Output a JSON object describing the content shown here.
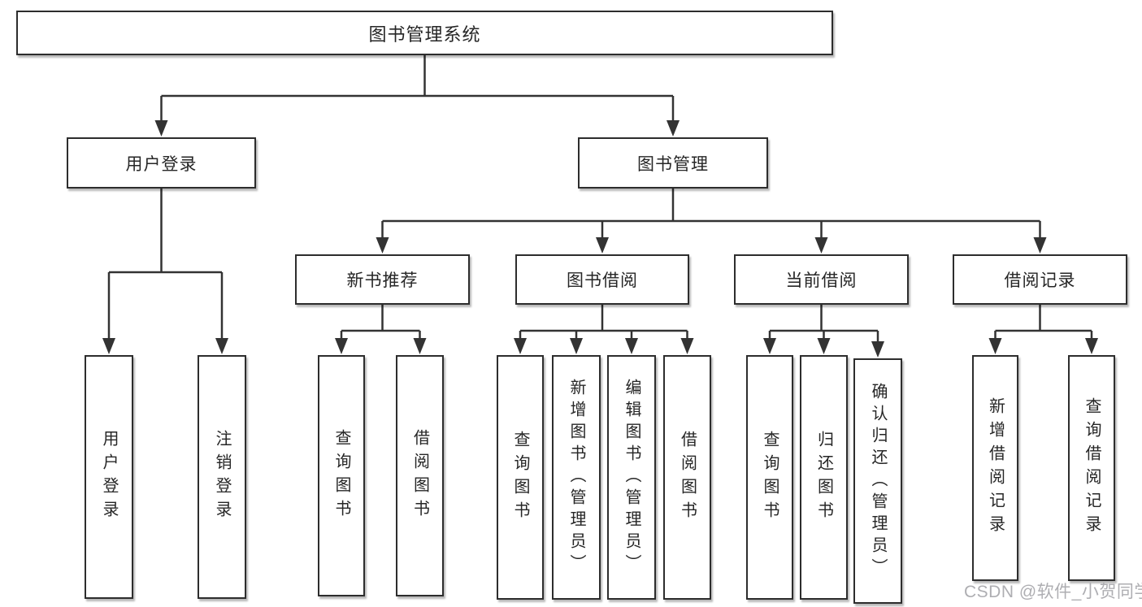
{
  "tree": {
    "root": {
      "label": "图书管理系统"
    },
    "branches": [
      {
        "label": "用户登录",
        "children": [
          {
            "label": "用户登录"
          },
          {
            "label": "注销登录"
          }
        ]
      },
      {
        "label": "图书管理",
        "children": [
          {
            "label": "新书推荐",
            "children": [
              {
                "label": "查询图书"
              },
              {
                "label": "借阅图书"
              }
            ]
          },
          {
            "label": "图书借阅",
            "children": [
              {
                "label": "查询图书"
              },
              {
                "label": "新增图书（管理员）"
              },
              {
                "label": "编辑图书（管理员）"
              },
              {
                "label": "借阅图书"
              }
            ]
          },
          {
            "label": "当前借阅",
            "children": [
              {
                "label": "查询图书"
              },
              {
                "label": "归还图书"
              },
              {
                "label": "确认归还（管理员）"
              }
            ]
          },
          {
            "label": "借阅记录",
            "children": [
              {
                "label": "新增借阅记录"
              },
              {
                "label": "查询借阅记录"
              }
            ]
          }
        ]
      }
    ]
  },
  "watermark": "CSDN @软件_小贺同学",
  "colors": {
    "line-color": "#333333",
    "box-border": "#2d2d2d",
    "text-color": "#262626",
    "bg": "#ffffff"
  }
}
